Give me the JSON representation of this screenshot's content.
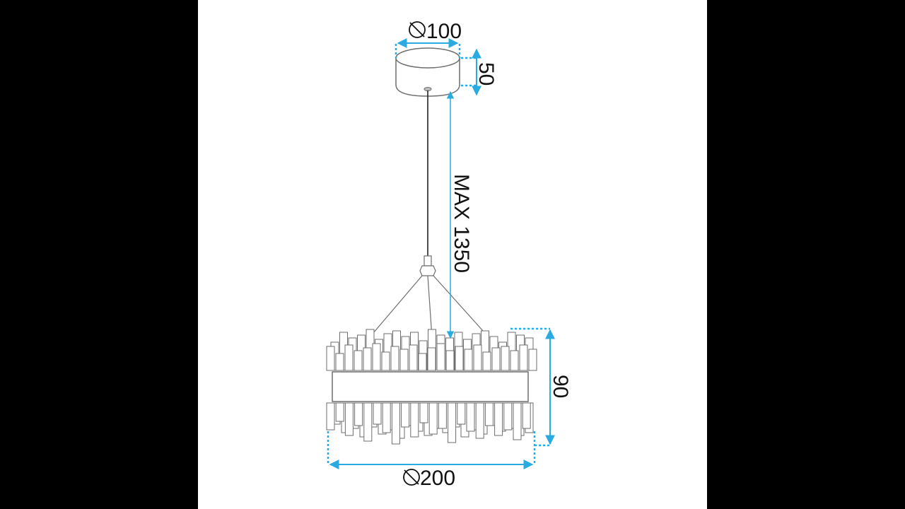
{
  "dimensions": {
    "canopy_diameter": "100",
    "canopy_height": "50",
    "cable_length": "MAX 1350",
    "body_height": "90",
    "body_diameter": "200"
  },
  "colors": {
    "background": "#000000",
    "panel": "#ffffff",
    "dimension_line": "#29abe2",
    "outline": "#6e6e6e",
    "text": "#111111"
  },
  "icons": [
    "diameter-icon"
  ]
}
